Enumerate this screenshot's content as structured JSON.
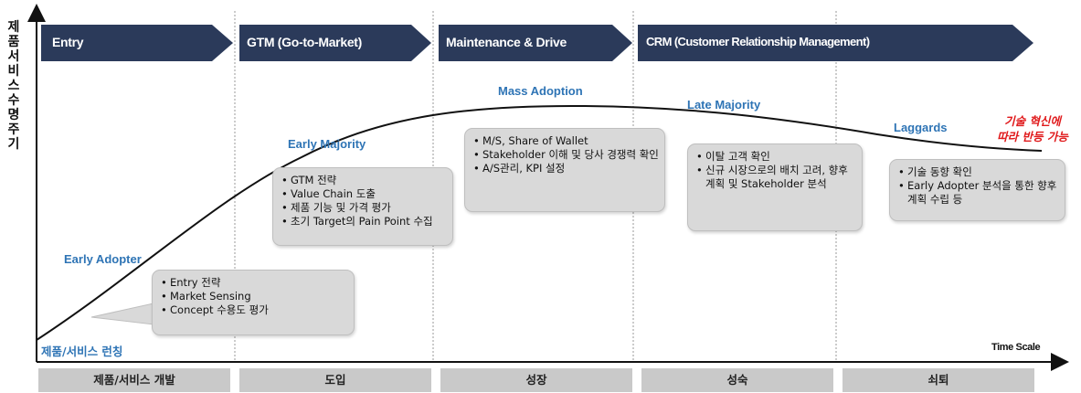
{
  "y_axis_label": "제품서비스수명주기",
  "x_axis_label": "Time Scale",
  "phases": [
    "Entry",
    "GTM (Go-to-Market)",
    "Maintenance & Drive",
    "CRM (Customer Relationship Management)"
  ],
  "stages": {
    "launch": "제품/서비스 런칭",
    "early_adopter": "Early Adopter",
    "early_majority": "Early Majority",
    "mass_adoption": "Mass Adoption",
    "late_majority": "Late Majority",
    "laggards": "Laggards"
  },
  "innovation_note": [
    "기술 혁신에",
    "따라 반등 가능"
  ],
  "bubbles": {
    "entry": [
      "Entry 전략",
      "Market Sensing",
      "Concept 수용도 평가"
    ],
    "gtm": [
      "GTM 전략",
      "Value Chain 도출",
      "제품 기능 및 가격 평가",
      "초기 Target의 Pain Point 수집"
    ],
    "maintenance": [
      "M/S, Share of Wallet",
      "Stakeholder 이해 및 당사 경쟁력 확인",
      "A/S관리, KPI 설정"
    ],
    "crm_churn": [
      "이탈 고객 확인",
      "신규 시장으로의 배치 고려, 향후 계획 및 Stakeholder 분석"
    ],
    "crm_trend": [
      "기술 동향 확인",
      "Early Adopter 분석을 통한 향후 계획 수립 등"
    ]
  },
  "bottom_stages": [
    "제품/서비스 개발",
    "도입",
    "성장",
    "성숙",
    "쇠퇴"
  ],
  "colors": {
    "phase_fill": "#2b3a5a",
    "stage_text": "#2e74b5",
    "note_text": "#e0191b",
    "bubble_fill": "#d9d9d9",
    "bottom_fill": "#c9c9c9"
  }
}
